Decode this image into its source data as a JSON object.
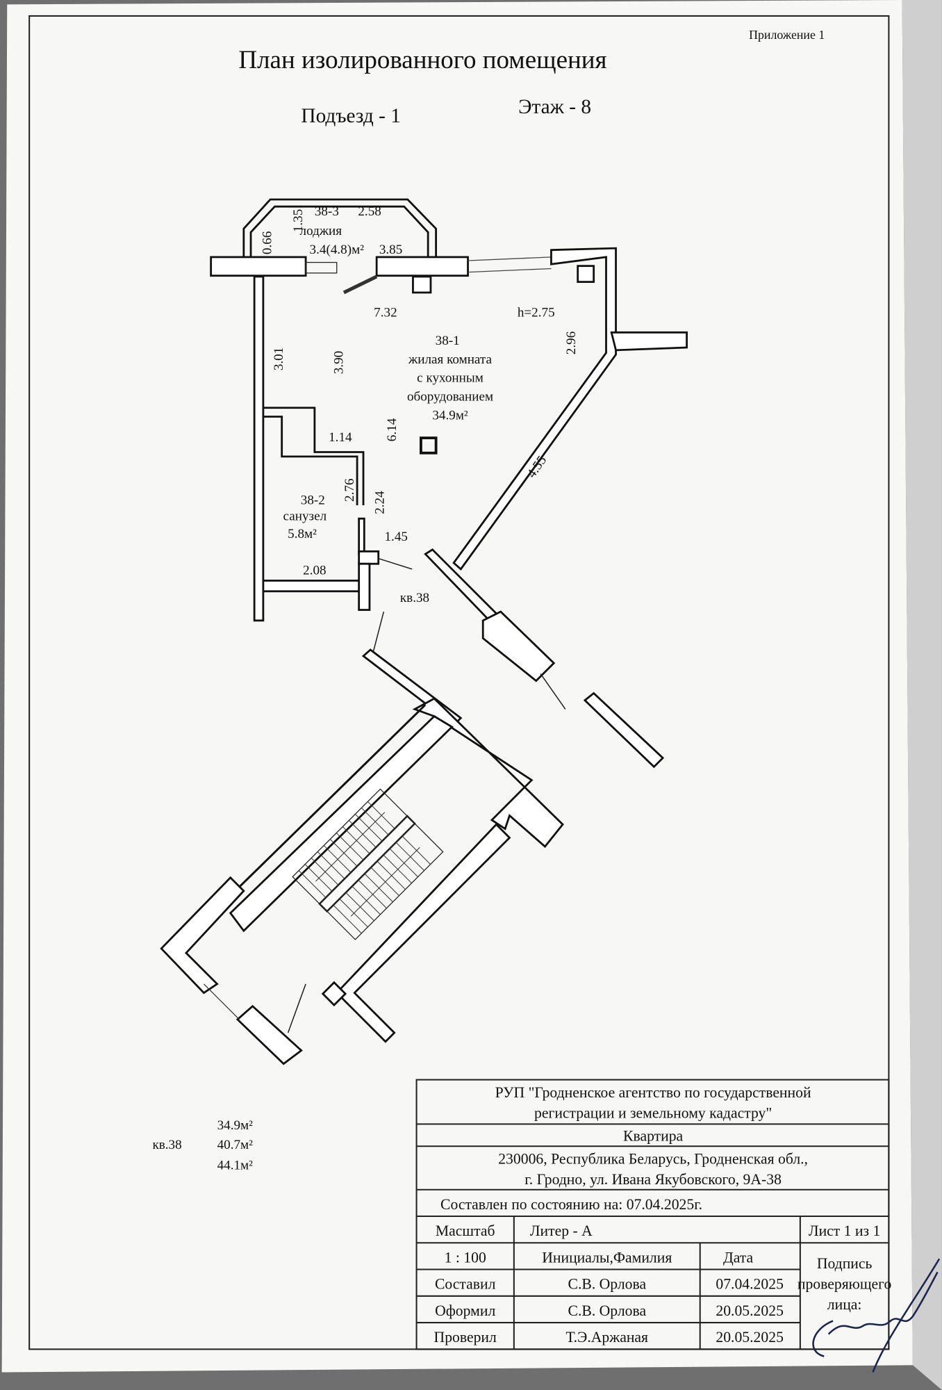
{
  "header": {
    "appendix": "Приложение 1",
    "title": "План изолированного помещения",
    "entrance": "Подъезд - 1",
    "floor": "Этаж - 8"
  },
  "plan": {
    "loggia": {
      "id": "38-3",
      "name": "лоджия",
      "area": "3.4(4.8)м²",
      "dims": [
        "0.66",
        "1.35",
        "2.58",
        "3.85"
      ]
    },
    "living": {
      "id": "38-1",
      "name_lines": [
        "жилая комната",
        "с кухонным",
        "оборудованием"
      ],
      "area": "34.9м²",
      "height": "h=2.75",
      "dims": [
        "7.32",
        "3.01",
        "3.90",
        "6.14",
        "2.96",
        "4.55",
        "1.14",
        "1.45"
      ]
    },
    "bathroom": {
      "id": "38-2",
      "name": "санузел",
      "area": "5.8м²",
      "dims": [
        "2.76",
        "2.24",
        "2.08"
      ]
    },
    "apartment_label": "кв.38"
  },
  "summary": {
    "apartment": "кв.38",
    "areas": [
      "34.9м²",
      "40.7м²",
      "44.1м²"
    ]
  },
  "stamp": {
    "organization": "РУП \"Гродненское агентство по государственной",
    "organization_2": "регистрации  и земельному кадастру\"",
    "object": "Квартира",
    "address_1": "230006, Республика Беларусь, Гродненская обл.,",
    "address_2": "г. Гродно, ул. Ивана Якубовского, 9А-38",
    "state_date": "Составлен по состоянию на: 07.04.2025г.",
    "scale_label": "Масштаб",
    "liter": "Литер - А",
    "sheet": "Лист  1  из  1",
    "scale": "1 : 100",
    "name_header": "Инициалы,Фамилия",
    "date_header": "Дата",
    "signature_label": [
      "Подпись",
      "проверяющего",
      "лица:"
    ],
    "rows": [
      {
        "role": "Составил",
        "name": "С.В. Орлова",
        "date": "07.04.2025"
      },
      {
        "role": "Оформил",
        "name": "С.В. Орлова",
        "date": "20.05.2025"
      },
      {
        "role": "Проверил",
        "name": "Т.Э.Аржаная",
        "date": "20.05.2025"
      }
    ]
  }
}
